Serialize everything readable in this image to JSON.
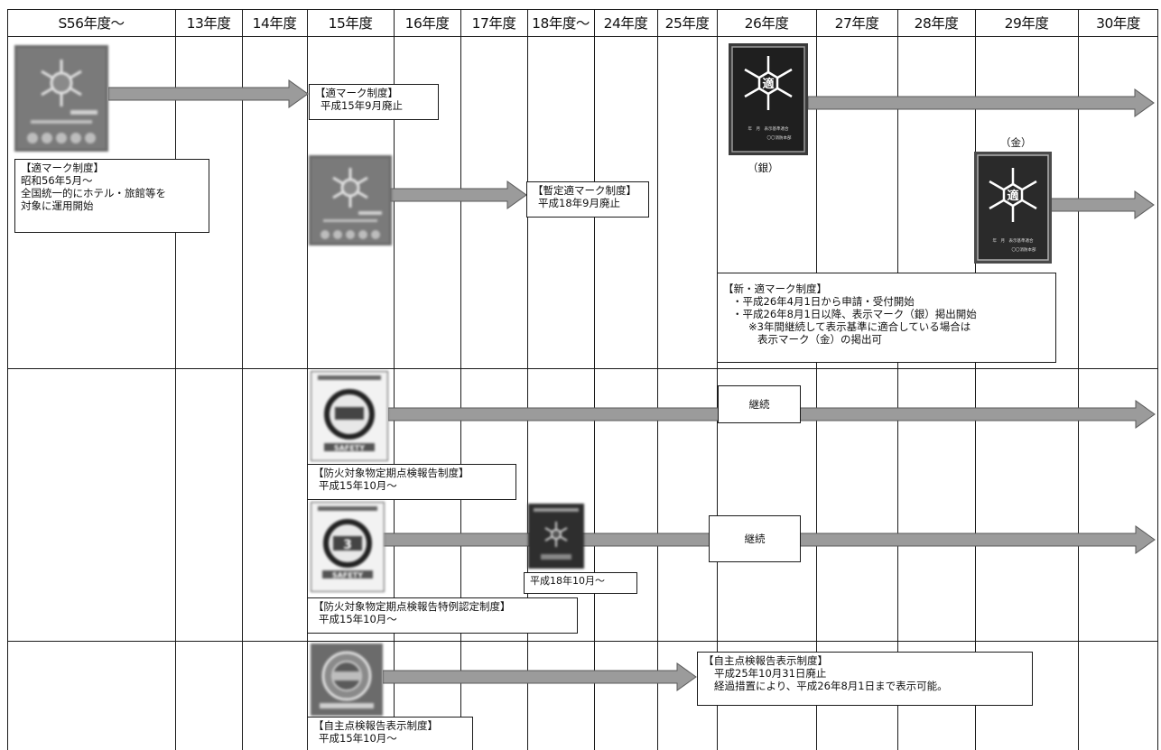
{
  "columns": [
    "S56年度～",
    "13年度",
    "14年度",
    "15年度",
    "16年度",
    "17年度",
    "18年度～",
    "24年度",
    "25年度",
    "26年度",
    "27年度",
    "28年度",
    "29年度",
    "30年度"
  ],
  "section1": {
    "old_box": [
      "【適マーク制度】",
      "昭和56年5月～",
      "全国統一的にホテル・旅館等を",
      "対象に運用開始"
    ],
    "h15_box": [
      "【適マーク制度】",
      "平成15年9月廃止"
    ],
    "provisional_box": [
      "【暫定適マーク制度】",
      "平成18年9月廃止"
    ],
    "silver_label": "（銀）",
    "gold_label": "（金）",
    "new_box": [
      "【新・適マーク制度】",
      "・平成26年4月1日から申請・受付開始",
      "・平成26年8月1日以降、表示マーク（銀）掲出開始",
      "※3年間継続して表示基準に適合している場合は",
      "表示マーク（金）の掲出可"
    ],
    "mark_text": {
      "kanji": "適",
      "small1": "年　月　表示基準適合",
      "small2": "〇〇消防本部"
    }
  },
  "section2": {
    "row1_box": [
      "【防火対象物定期点検報告制度】",
      "平成15年10月～"
    ],
    "row1_continue": "継続",
    "row2_box": [
      "【防火対象物定期点検報告特例認定制度】",
      "平成15年10月～"
    ],
    "row2_continue": "継続",
    "row2_h18_box": "平成18年10月～",
    "safety_text": "SAFETY",
    "special_num": "3"
  },
  "section3": {
    "top_box": [
      "【自主点検報告表示制度】",
      "平成25年10月31日廃止",
      "経過措置により、平成26年8月1日まで表示可能。"
    ],
    "bottom_box": [
      "【自主点検報告表示制度】",
      "平成15年10月～"
    ]
  }
}
